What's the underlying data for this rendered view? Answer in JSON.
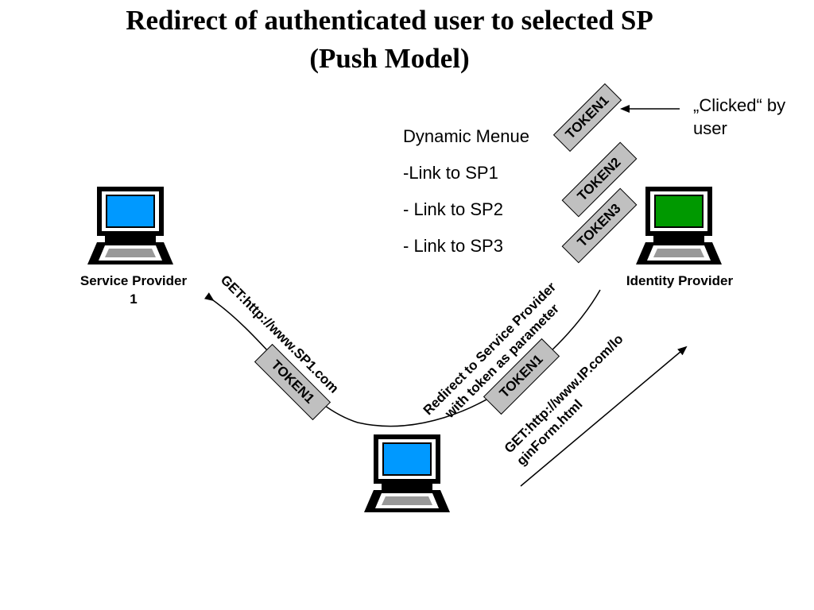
{
  "title": {
    "line1": "Redirect of authenticated user to selected SP",
    "line2": "(Push Model)"
  },
  "menu": {
    "heading": "Dynamic Menue",
    "items": [
      "-Link to SP1",
      "- Link to SP2",
      "- Link to SP3"
    ]
  },
  "clicked_note": {
    "line1": "„Clicked“ by",
    "line2": "user"
  },
  "nodes": {
    "service_provider": {
      "line1": "Service Provider",
      "line2": "1",
      "screen_color": "#0099ff"
    },
    "identity_provider": {
      "label": "Identity Provider",
      "screen_color": "#009900"
    },
    "client": {
      "screen_color": "#0099ff"
    }
  },
  "tokens": {
    "menu_token1": "TOKEN1",
    "menu_token2": "TOKEN2",
    "menu_token3": "TOKEN3",
    "path_token_left": "TOKEN1",
    "path_token_right": "TOKEN1"
  },
  "edges": {
    "get_sp1": "GET:http://www.SP1.com",
    "redirect_line1": "Redirect to Service Provider",
    "redirect_line2": "with token as parameter",
    "get_login_line1": "GET:http://www.IP.com/lo",
    "get_login_line2": "ginForm.html"
  },
  "colors": {
    "token_fill": "#c0c0c0",
    "line": "#000000"
  }
}
